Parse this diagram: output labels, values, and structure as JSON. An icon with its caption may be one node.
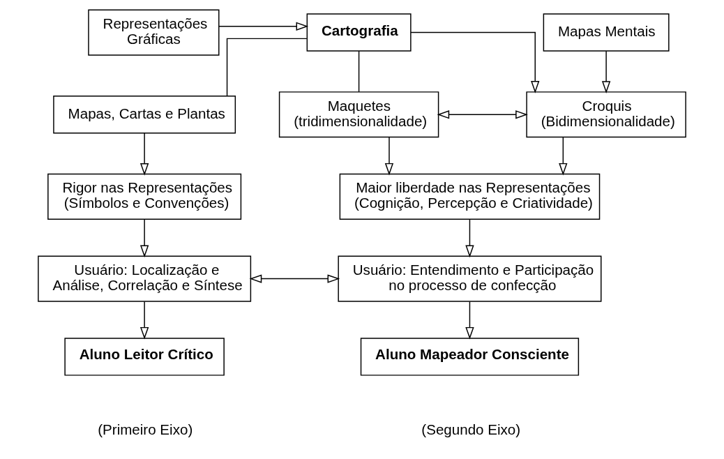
{
  "diagram": {
    "nodes": [
      {
        "text": [
          "Representações Gráficas"
        ]
      },
      {
        "text": [
          "Cartografia"
        ]
      },
      {
        "text": [
          "Mapas Mentais"
        ]
      },
      {
        "text": [
          "Mapas, Cartas e Plantas"
        ]
      },
      {
        "text": [
          "Maquetes (tridimensionalidade)"
        ]
      },
      {
        "text": [
          "Croquis (Bidimensionalidade)"
        ]
      },
      {
        "text": [
          "Rigor nas Representações (Símbolos e Convenções)"
        ]
      },
      {
        "text": [
          "Maior liberdade nas Representações (Cognição, Percepção e Criatividade)"
        ]
      },
      {
        "text": [
          "Usuário: Localização e Análise, Correlação e Síntese"
        ]
      },
      {
        "text": [
          "Usuário: Entendimento e Participação no processo de confecção"
        ]
      },
      {
        "text": [
          "Aluno Leitor Crítico"
        ],
        "beside": [
          "(Primeiro Eixo)"
        ]
      },
      {
        "text": [
          "Aluno Mapeador Consciente"
        ],
        "beside": [
          "(Segundo Eixo)"
        ]
      }
    ],
    "edges": [
      {
        "from": 0,
        "to": 1,
        "arrow": "to"
      },
      {
        "from": 1,
        "to": 3,
        "arrow": "none"
      },
      {
        "from": 1,
        "to": 4,
        "arrow": "none"
      },
      {
        "from": 1,
        "to": 5,
        "arrow": "to"
      },
      {
        "from": 2,
        "to": 5,
        "arrow": "to"
      },
      {
        "from": 4,
        "to": 5,
        "arrow": "both"
      },
      {
        "from": 3,
        "to": 6,
        "arrow": "to"
      },
      {
        "from": 4,
        "to": 7,
        "arrow": "to"
      },
      {
        "from": 5,
        "to": 7,
        "arrow": "to"
      },
      {
        "from": 6,
        "to": 8,
        "arrow": "to"
      },
      {
        "from": 7,
        "to": 9,
        "arrow": "to"
      },
      {
        "from": 8,
        "to": 9,
        "arrow": "both"
      },
      {
        "from": 8,
        "to": 10,
        "arrow": "to"
      },
      {
        "from": 9,
        "to": 11,
        "arrow": "to"
      }
    ]
  }
}
